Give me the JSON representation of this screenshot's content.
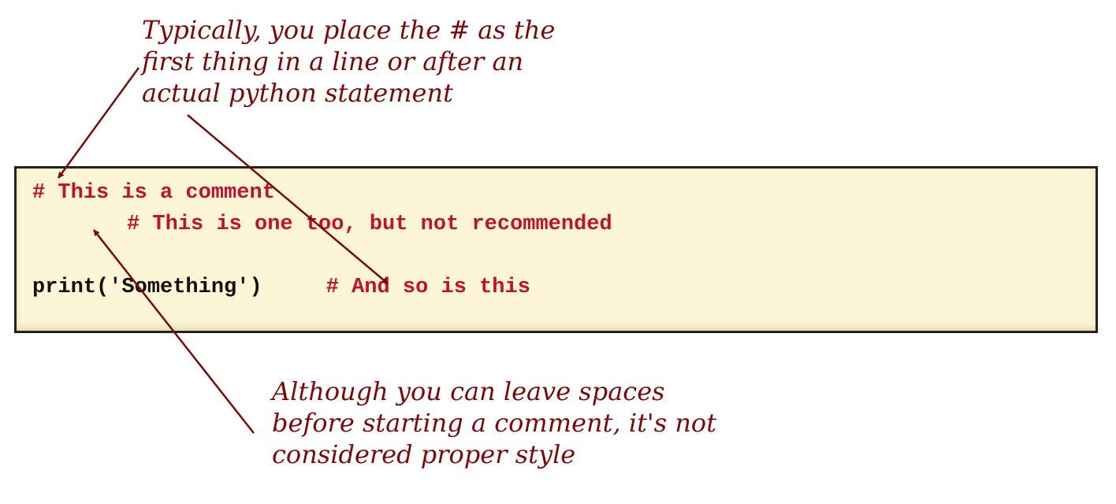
{
  "colors": {
    "annotation_text": "#7a0a0a",
    "arrow": "#7a0a0a",
    "comment_text": "#c0112f",
    "code_text": "#111111",
    "panel_background": "#fdf6d6",
    "panel_border": "#222222"
  },
  "annotations": {
    "top": {
      "lines": [
        "Typically, you place the # as the",
        "first thing in a line or after an",
        "actual python statement"
      ]
    },
    "bottom": {
      "lines": [
        "Although you can leave spaces",
        "before starting a comment, it's not",
        "considered proper style"
      ]
    }
  },
  "code": {
    "line1": {
      "comment": "# This is a comment"
    },
    "line2": {
      "comment": "# This is one too, but not recommended"
    },
    "line3": {
      "statement": "print('Something')",
      "gap": "     ",
      "comment": "# And so is this"
    }
  }
}
